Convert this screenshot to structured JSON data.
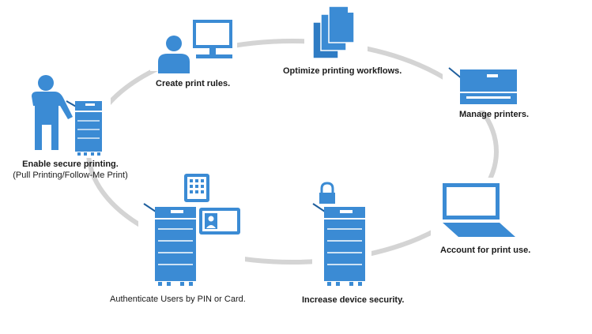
{
  "colors": {
    "icon_blue": "#3b8bd4",
    "icon_dark": "#1f5f9e",
    "ring_gray": "#d4d4d4",
    "text": "#1a1a1a"
  },
  "steps": [
    {
      "id": "create-rules",
      "label": "Create print rules.",
      "icon": "user-at-computer-icon"
    },
    {
      "id": "optimize",
      "label": "Optimize printing workflows.",
      "icon": "document-stack-icon"
    },
    {
      "id": "manage",
      "label": "Manage printers.",
      "icon": "printer-icon"
    },
    {
      "id": "account",
      "label": "Account for print use.",
      "icon": "laptop-icon"
    },
    {
      "id": "security",
      "label": "Increase device security.",
      "icon": "secure-mfp-icon"
    },
    {
      "id": "authenticate",
      "label": "Authenticate Users by PIN or Card.",
      "icon": "mfp-with-pin-and-card-icon"
    },
    {
      "id": "secure-print",
      "label": "Enable secure printing.",
      "sublabel": "(Pull Printing/Follow-Me Print)",
      "icon": "user-at-mfp-icon"
    }
  ]
}
